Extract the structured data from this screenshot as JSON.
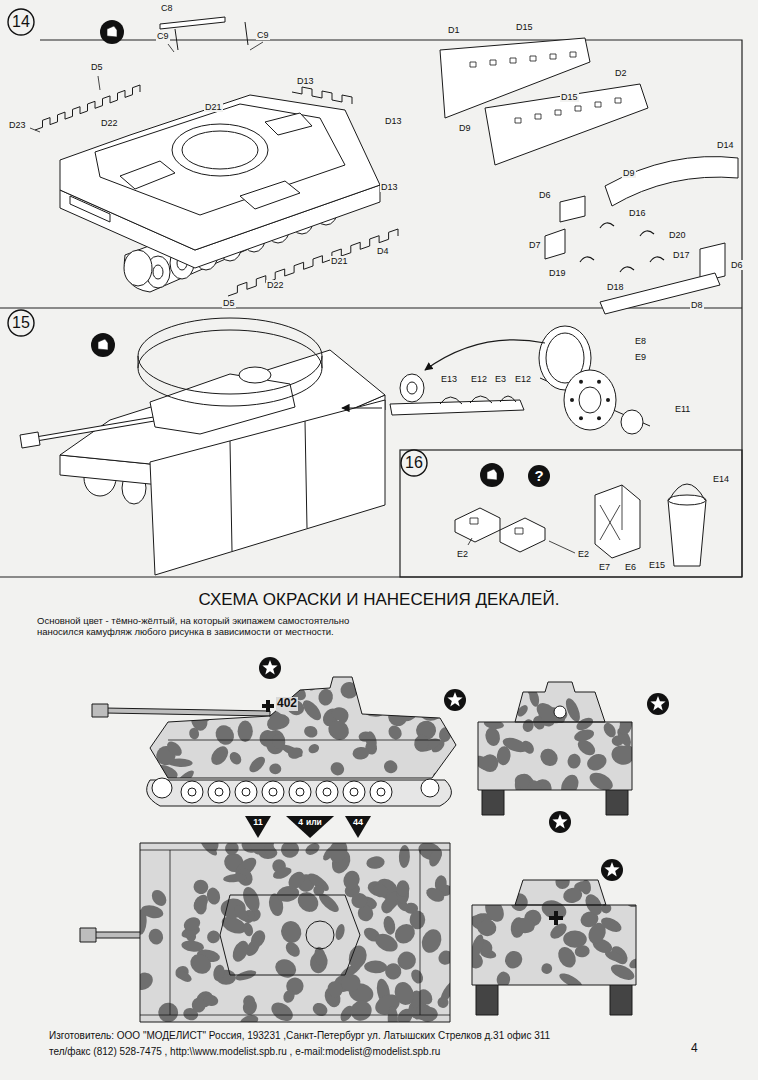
{
  "diagram": {
    "title": "СХЕМА ОКРАСКИ И НАНЕСЕНИЯ ДЕКАЛЕЙ.",
    "nodes": [
      {
        "text": [
          "14"
        ]
      },
      {
        "text": [
          "15"
        ]
      },
      {
        "text": [
          "16"
        ]
      },
      {
        "text": [
          "11"
        ]
      },
      {
        "text": [
          "4",
          "или"
        ]
      },
      {
        "text": [
          "44"
        ]
      }
    ],
    "labels": [
      "C8",
      "C9",
      "C9",
      "D5",
      "D23",
      "D22",
      "D21",
      "D13",
      "D13",
      "D13",
      "D4",
      "D21",
      "D22",
      "D5",
      "D1",
      "D15",
      "D9",
      "D2",
      "D15",
      "D9",
      "D14",
      "D6",
      "D16",
      "D20",
      "D7",
      "D17",
      "D19",
      "D18",
      "D6",
      "D8",
      "E8",
      "E9",
      "E11",
      "E13",
      "E12",
      "E3",
      "E12",
      "?",
      "E2",
      "E2",
      "E7",
      "E6",
      "E14",
      "E15",
      "Основной цвет - тёмно-жёлтый, на который экипажем самостоятельно наносился камуфляж любого рисунка в зависимости от местности.",
      "402",
      "Изготовитель: ООО \"МОДЕЛИСТ\" Россия, 193231 ,Санкт-Петербург ул. Латышских Стрелков д.31 офис 311",
      "тел/факс (812) 528-7475 , http:\\\\www.modelist.spb.ru , e-mail:modelist@modelist.spb.ru",
      "4"
    ]
  }
}
